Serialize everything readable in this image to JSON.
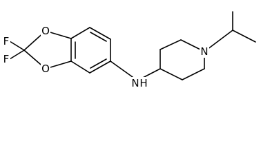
{
  "molecule": {
    "atoms": {
      "f_top": "F",
      "f_bottom": "F",
      "o_top": "O",
      "o_bottom": "O",
      "nh": "N",
      "nh_h": "H",
      "n_ring": "N"
    }
  }
}
